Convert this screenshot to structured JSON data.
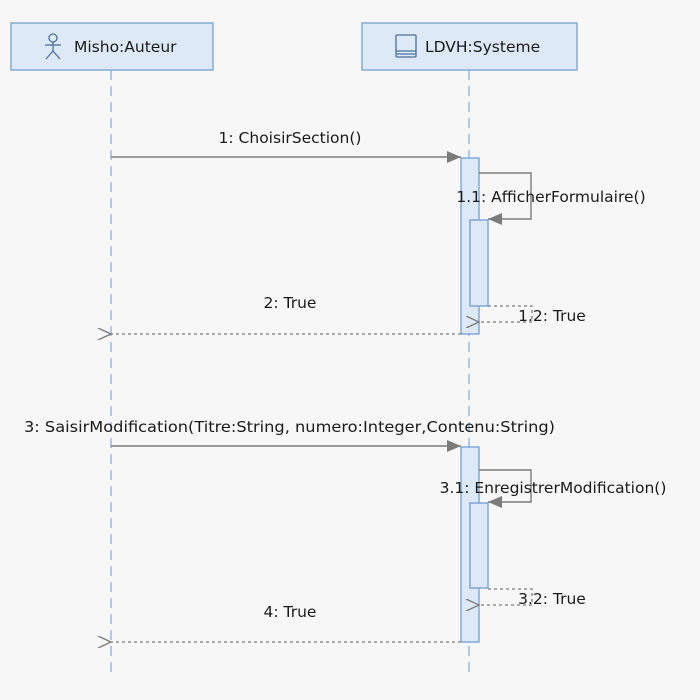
{
  "lifelines": [
    {
      "name": "Misho:Auteur",
      "icon": "actor-icon"
    },
    {
      "name": "LDVH:Systeme",
      "icon": "component-icon"
    }
  ],
  "messages": [
    {
      "label": "1: ChoisirSection()",
      "kind": "sync"
    },
    {
      "label": "1.1: AfficherFormulaire()",
      "kind": "self-call"
    },
    {
      "label": "1.2: True",
      "kind": "self-return"
    },
    {
      "label": "2: True",
      "kind": "return"
    },
    {
      "label": "3: SaisirModification(Titre:String, numero:Integer,Contenu:String)",
      "kind": "sync"
    },
    {
      "label": "3.1: EnregistrerModification()",
      "kind": "self-call"
    },
    {
      "label": "3.2: True",
      "kind": "self-return"
    },
    {
      "label": "4: True",
      "kind": "return"
    }
  ],
  "colors": {
    "background": "#f7f7f7",
    "header_fill": "#dde9f6",
    "header_stroke": "#7ea7d4",
    "lifeline": "#8fb6e2",
    "activation_fill": "#dde9f6",
    "activation_stroke": "#6f9fd6",
    "arrow": "#7b7b7b",
    "icon": "#4a6f9c"
  }
}
